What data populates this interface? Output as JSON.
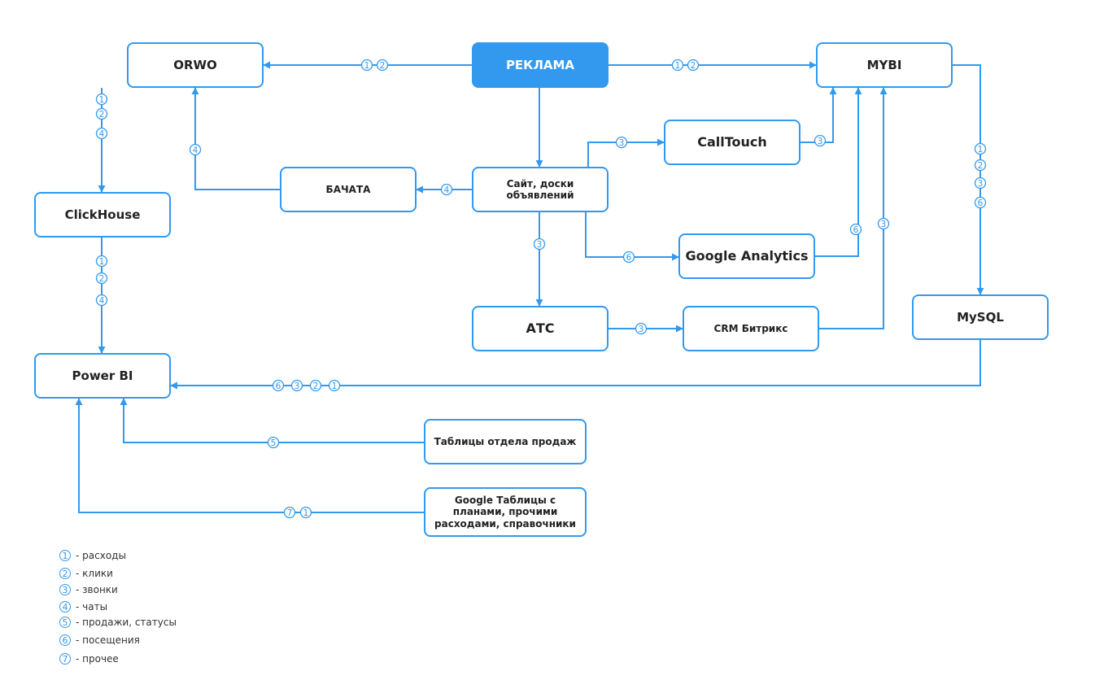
{
  "colors": {
    "accent": "#3399ee",
    "text": "#222222",
    "background": "#ffffff"
  },
  "nodes": {
    "orwo": "ORWO",
    "reklama": "РЕКЛАМА",
    "mybi": "MYBI",
    "calltouch": "CallTouch",
    "bachata": "БАЧАТА",
    "site": "Сайт, доски объявлений",
    "clickhouse": "ClickHouse",
    "google_analytics": "Google Analytics",
    "ats": "АТС",
    "crm": "CRM Битрикс",
    "mysql": "MySQL",
    "powerbi": "Power BI",
    "sales_tables": "Таблицы отдела продаж",
    "google_sheets": "Google Таблицы с планами, прочими расходами, справочники"
  },
  "legend": [
    {
      "num": "1",
      "label": "- расходы"
    },
    {
      "num": "2",
      "label": "- клики"
    },
    {
      "num": "3",
      "label": "- звонки"
    },
    {
      "num": "4",
      "label": "- чаты"
    },
    {
      "num": "5",
      "label": "- продажи, статусы"
    },
    {
      "num": "6",
      "label": "- посещения"
    },
    {
      "num": "7",
      "label": "- прочее"
    }
  ],
  "connections": [
    {
      "from": "reklama",
      "to": "orwo",
      "labels": [
        "1",
        "2"
      ]
    },
    {
      "from": "reklama",
      "to": "mybi",
      "labels": [
        "1",
        "2"
      ]
    },
    {
      "from": "reklama",
      "to": "site",
      "labels": []
    },
    {
      "from": "orwo",
      "to": "clickhouse",
      "labels": [
        "1",
        "2",
        "4"
      ]
    },
    {
      "from": "bachata",
      "to": "orwo",
      "labels": [
        "4"
      ]
    },
    {
      "from": "site",
      "to": "bachata",
      "labels": [
        "4"
      ]
    },
    {
      "from": "site",
      "to": "calltouch",
      "labels": [
        "3"
      ]
    },
    {
      "from": "calltouch",
      "to": "mybi",
      "labels": [
        "3"
      ]
    },
    {
      "from": "site",
      "to": "google_analytics",
      "labels": [
        "6"
      ]
    },
    {
      "from": "google_analytics",
      "to": "mybi",
      "labels": [
        "6"
      ]
    },
    {
      "from": "site",
      "to": "ats",
      "labels": [
        "3"
      ]
    },
    {
      "from": "ats",
      "to": "crm",
      "labels": [
        "3"
      ]
    },
    {
      "from": "crm",
      "to": "mybi",
      "labels": [
        "3"
      ]
    },
    {
      "from": "mybi",
      "to": "mysql",
      "labels": [
        "1",
        "2",
        "3",
        "6"
      ]
    },
    {
      "from": "clickhouse",
      "to": "powerbi",
      "labels": [
        "1",
        "2",
        "4"
      ]
    },
    {
      "from": "mysql",
      "to": "powerbi",
      "labels": [
        "6",
        "3",
        "2",
        "1"
      ]
    },
    {
      "from": "sales_tables",
      "to": "powerbi",
      "labels": [
        "5"
      ]
    },
    {
      "from": "google_sheets",
      "to": "powerbi",
      "labels": [
        "7",
        "1"
      ]
    }
  ]
}
